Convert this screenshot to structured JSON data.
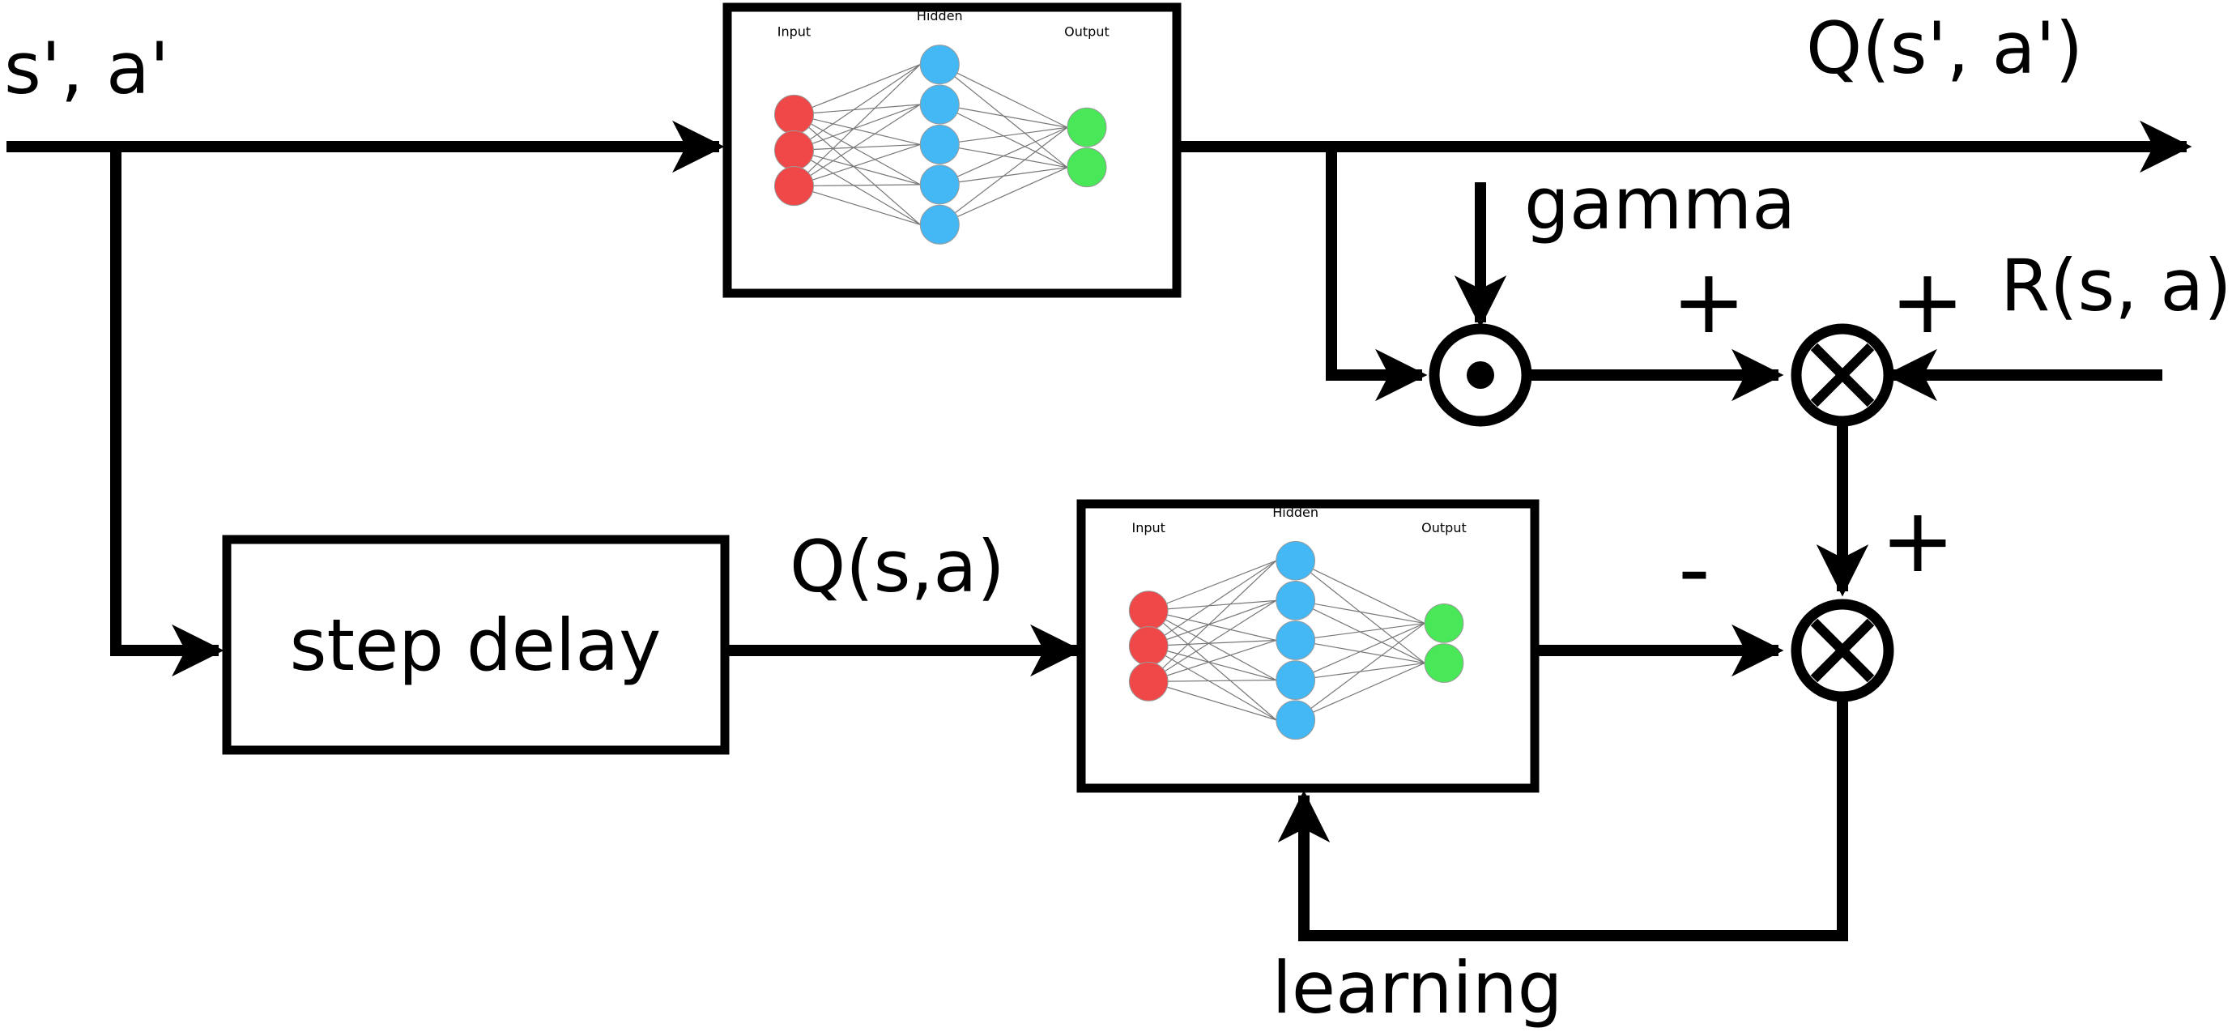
{
  "labels": {
    "input_pair": "s', a'",
    "target_q": "Q(s', a')",
    "gamma": "gamma",
    "reward": "R(s, a)",
    "q_current": "Q(s,a)",
    "step_delay": "step delay",
    "learning": "learning"
  },
  "signs": {
    "sum1_left": "+",
    "sum1_right": "+",
    "sum2_top": "+",
    "sum2_left": "-"
  },
  "network": {
    "input_label": "Input",
    "hidden_label": "Hidden",
    "output_label": "Output",
    "input_nodes": 3,
    "hidden_nodes": 5,
    "output_nodes": 2
  },
  "colors": {
    "input_node": "#f04848",
    "hidden_node": "#44b8f4",
    "output_node": "#48e858",
    "line": "#000000"
  }
}
